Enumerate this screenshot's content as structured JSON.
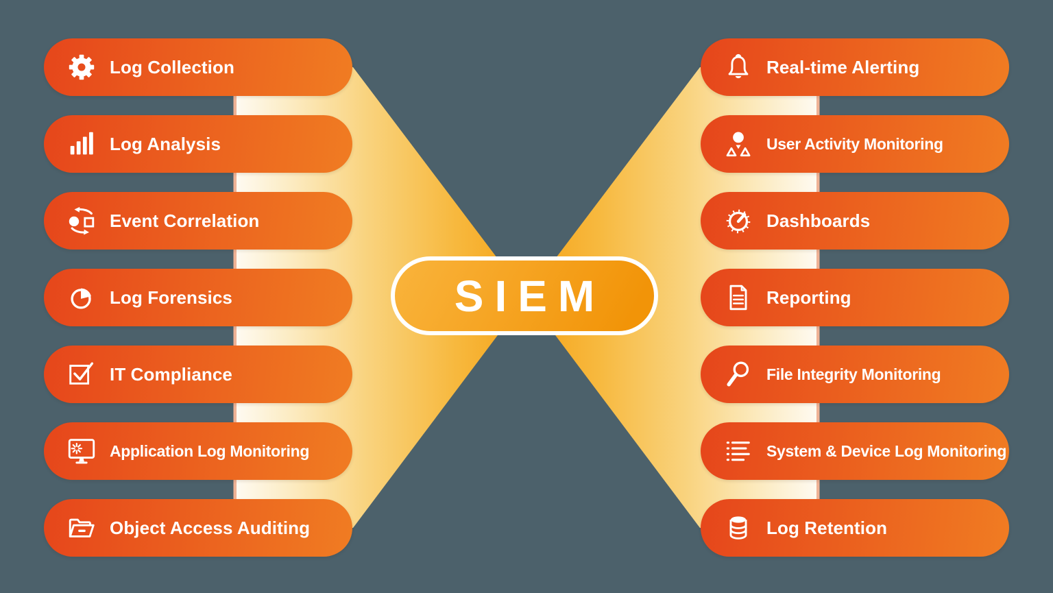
{
  "diagram_title": "SIEM",
  "center": {
    "label": "SIEM"
  },
  "colors": {
    "background": "#4c616b",
    "pill_gradient_start": "#e6461b",
    "pill_gradient_end": "#f07c22",
    "fan_stops": [
      "#fefaf1",
      "#fcecc4",
      "#f9d37e",
      "#f7b93f",
      "#f6a318"
    ],
    "fan_rim": "#efb295",
    "center_gradient_start": "#f9b239",
    "center_gradient_end": "#f29408",
    "text": "#ffffff"
  },
  "left_column": {
    "items": [
      {
        "label": "Log Collection",
        "icon": "gear-icon"
      },
      {
        "label": "Log Analysis",
        "icon": "bar-chart-icon"
      },
      {
        "label": "Event Correlation",
        "icon": "sync-shapes-icon"
      },
      {
        "label": "Log Forensics",
        "icon": "pie-chart-icon"
      },
      {
        "label": "IT Compliance",
        "icon": "checkbox-icon"
      },
      {
        "label": "Application Log Monitoring",
        "icon": "monitor-icon"
      },
      {
        "label": "Object Access Auditing",
        "icon": "folder-icon"
      }
    ]
  },
  "right_column": {
    "items": [
      {
        "label": "Real-time Alerting",
        "icon": "bell-icon"
      },
      {
        "label": "User Activity Monitoring",
        "icon": "user-icon"
      },
      {
        "label": "Dashboards",
        "icon": "gauge-icon"
      },
      {
        "label": "Reporting",
        "icon": "document-icon"
      },
      {
        "label": "File Integrity Monitoring",
        "icon": "magnifier-icon"
      },
      {
        "label": "System & Device Log Monitoring",
        "icon": "list-icon"
      },
      {
        "label": "Log Retention",
        "icon": "database-icon"
      }
    ]
  }
}
